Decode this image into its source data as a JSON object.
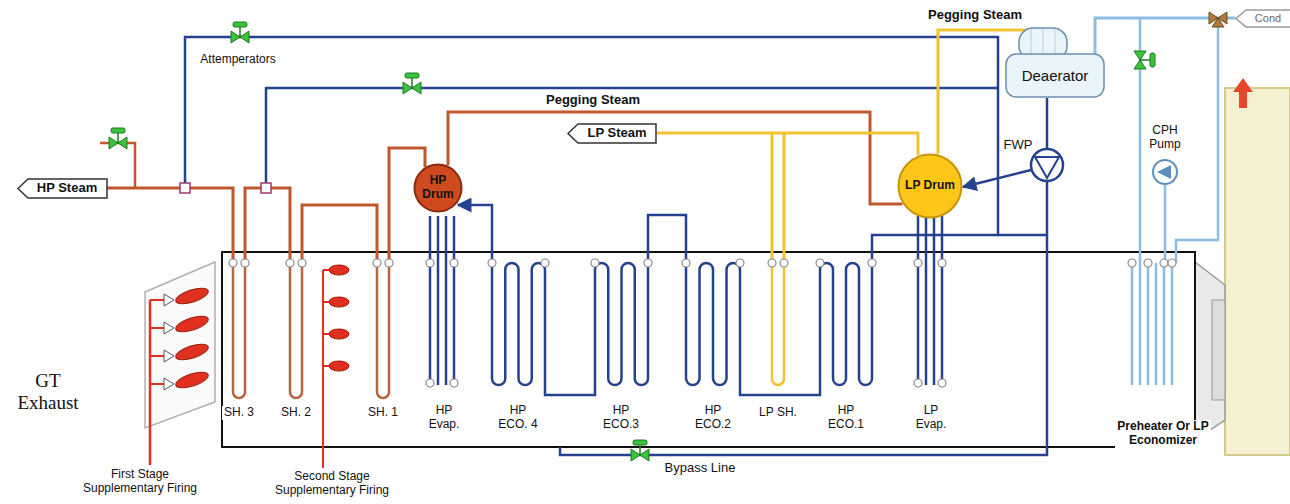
{
  "diagram": {
    "nodes": [
      {
        "text": [
          "HP Steam"
        ]
      },
      {
        "text": [
          "HP Drum"
        ]
      },
      {
        "text": [
          "LP Steam"
        ]
      },
      {
        "text": [
          "LP Drum"
        ]
      },
      {
        "text": [
          "Deaerator"
        ]
      },
      {
        "text": [
          "Cond"
        ]
      }
    ],
    "edges": [
      {
        "from": 1,
        "to": 3,
        "label": "Pegging Steam",
        "arrow": "none"
      },
      {
        "from": 3,
        "to": 4,
        "label": "Pegging Steam",
        "arrow": "none"
      },
      {
        "from": 3,
        "to": 2,
        "arrow": "none"
      },
      {
        "from": 5,
        "to": 4,
        "arrow": "none"
      }
    ],
    "labels": [
      "Attemperators",
      "FWP",
      "CPH Pump",
      "GT Exhaust",
      "SH. 3",
      "SH. 2",
      "SH. 1",
      "HP Evap.",
      "HP ECO. 4",
      "HP ECO.3",
      "HP ECO.2",
      "LP SH.",
      "HP ECO.1",
      "LP Evap.",
      "Preheater Or LP Economizer",
      "Bypass Line",
      "First Stage Supplementary Firing",
      "Second Stage Supplementary Firing"
    ]
  }
}
